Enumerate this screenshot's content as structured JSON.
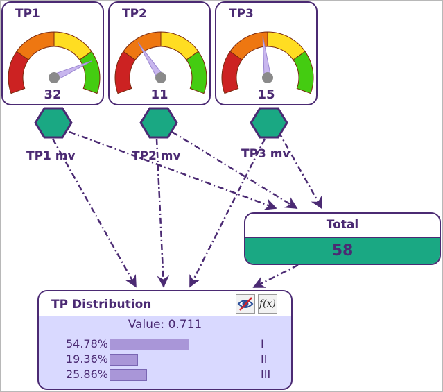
{
  "gauges": [
    {
      "title": "TP1",
      "value": "32",
      "needle_fraction": 0.8
    },
    {
      "title": "TP2",
      "value": "11",
      "needle_fraction": 0.35
    },
    {
      "title": "TP3",
      "value": "15",
      "needle_fraction": 0.47
    }
  ],
  "hex_nodes": [
    {
      "label": "TP1 mv"
    },
    {
      "label": "TP2 mv"
    },
    {
      "label": "TP3 mv"
    }
  ],
  "total": {
    "title": "Total",
    "value": "58"
  },
  "distribution": {
    "title": "TP Distribution",
    "value_text": "Value: 0.711",
    "fx_label": "f(x)",
    "icons": [
      "hide-eye-icon",
      "function-icon"
    ],
    "rows": [
      {
        "percent_text": "54.78%",
        "fraction": 0.5478,
        "state": "I"
      },
      {
        "percent_text": "19.36%",
        "fraction": 0.1936,
        "state": "II"
      },
      {
        "percent_text": "25.86%",
        "fraction": 0.2586,
        "state": "III"
      }
    ]
  },
  "colors": {
    "border": "#4b2a73",
    "node_fill": "#1aa883",
    "gauge_red": "#cc2222",
    "gauge_orange": "#ee7711",
    "gauge_yellow": "#ffdd22",
    "gauge_green": "#44cc11",
    "needle": "#c8b6ee",
    "dist_bg": "#d9d9ff",
    "bar": "#a996d8"
  }
}
